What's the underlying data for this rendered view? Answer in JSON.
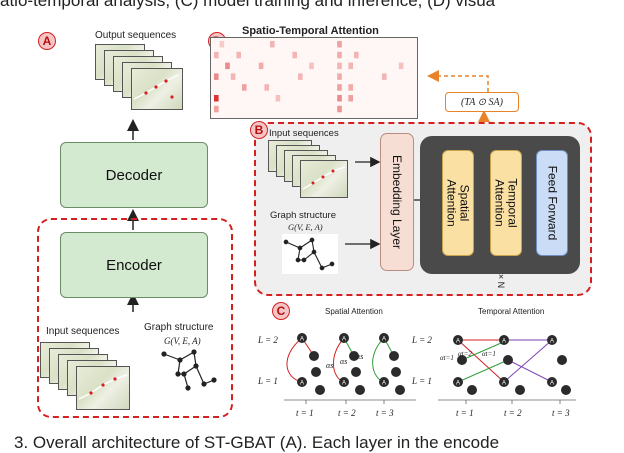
{
  "captions": {
    "top": "atio-temporal analysis, (C) model training and inference, (D) visua",
    "bottom": "3. Overall architecture of ST-GBAT (A). Each layer in the encode"
  },
  "panel_a": {
    "badge": "A",
    "output_label": "Output sequences",
    "decoder_label": "Decoder",
    "encoder_label": "Encoder",
    "input_label": "Input sequences",
    "graph_label": "Graph structure",
    "graph_formula": "G(V, E, A)"
  },
  "panel_d": {
    "badge": "D",
    "title": "Spatio-Temporal Attention",
    "formula": "(TA ⊙ SA)"
  },
  "panel_b": {
    "badge": "B",
    "input_label": "Input sequences",
    "graph_label": "Graph structure",
    "graph_formula": "G(V, E, A)",
    "embedding_label": "Embedding Layer",
    "spatial_label": "Spatial Attention",
    "temporal_label": "Temporal Attention",
    "ff_label": "Feed Forward",
    "repeat_label": "× N"
  },
  "panel_c": {
    "badge": "C",
    "spatial_title": "Spatial Attention",
    "temporal_title": "Temporal Attention",
    "layer_labels": [
      "L = 2",
      "L = 1"
    ],
    "time_labels": [
      "t = 1",
      "t = 2",
      "t = 3"
    ],
    "alpha_labels": [
      "αs",
      "αs",
      "αs"
    ],
    "temporal_alpha_labels": [
      "αt=1",
      "αt=2",
      "αt=1"
    ]
  },
  "colors": {
    "accent_red": "#d61f1f",
    "orange": "#e8832a",
    "green": "#d3ead0",
    "embedding": "#f7ded4",
    "attention": "#fbe0a4",
    "feed_forward": "#cbdcf6"
  }
}
